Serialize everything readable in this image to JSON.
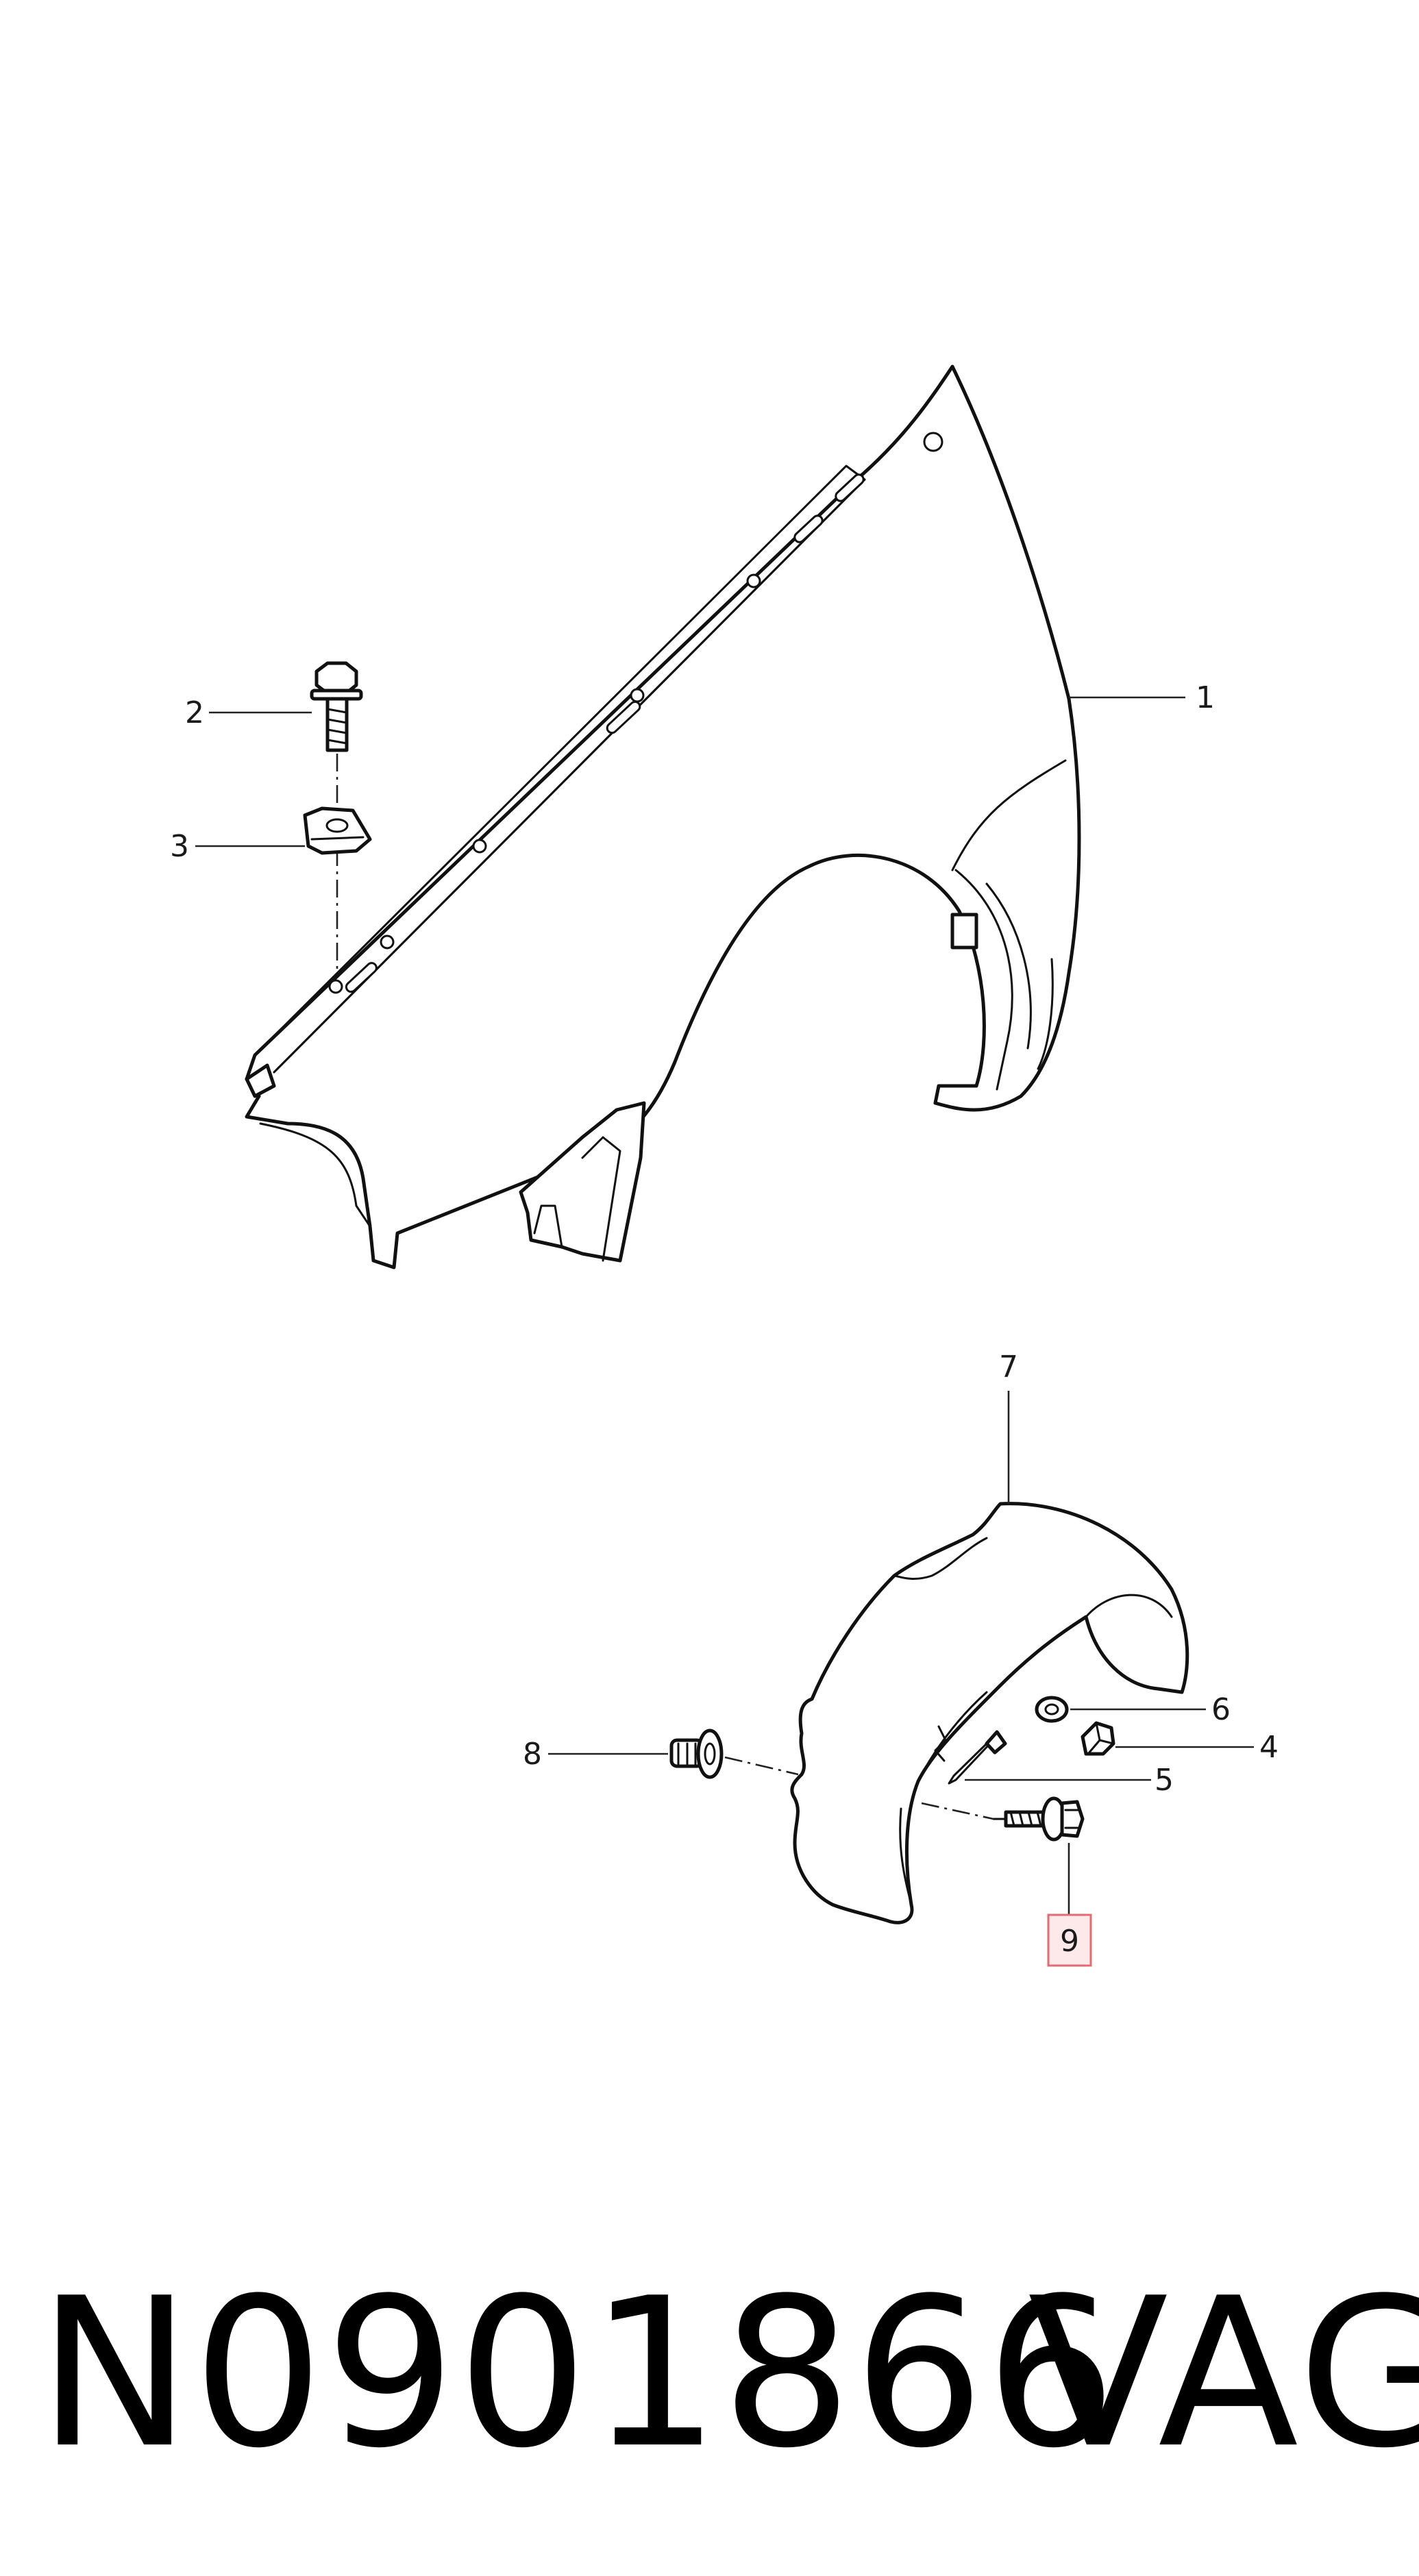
{
  "callouts": {
    "c1": "1",
    "c2": "2",
    "c3": "3",
    "c4": "4",
    "c5": "5",
    "c6": "6",
    "c7": "7",
    "c8": "8",
    "c9": "9"
  },
  "highlighted_callout": "9",
  "colors": {
    "line": "#111111",
    "highlight_fill": "#fde9ea",
    "highlight_stroke": "#e36b73"
  },
  "footer": {
    "part_number": "N0901866",
    "brand": "VAG"
  }
}
